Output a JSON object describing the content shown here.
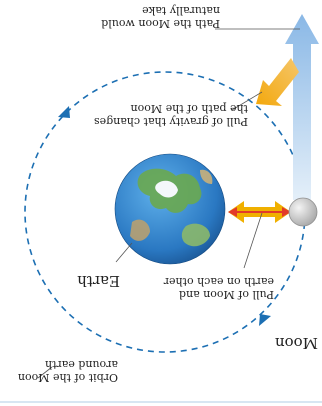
{
  "diagram": {
    "labels": {
      "path_natural": "Path the Moon would\nnaturally take",
      "gravity_pull": "Pull of gravity that changes\nthe path of the Moon",
      "mutual_pull": "Pull of Moon and\nearth on each other",
      "earth": "Earth",
      "moon": "Moon",
      "orbit": "Orbit of the Moon\naround earth"
    },
    "colors": {
      "orbit": "#1c6fb3",
      "natural_path_arrow": "#9cc6ea",
      "gravity_arrow": "#f2a818",
      "mutual_arrow": "#f0b000",
      "mutual_arrow_line": "#e23a2a",
      "leader_line": "#555555",
      "moon": "#c9c9c9",
      "earth_ocean": "#2f7fc8",
      "earth_land": "#6aa84f"
    }
  }
}
